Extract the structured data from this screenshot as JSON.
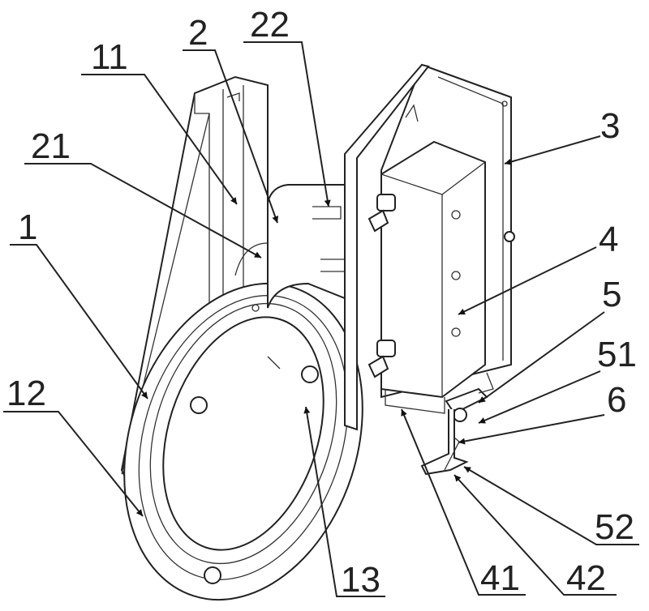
{
  "figure": {
    "labels": {
      "l11": "11",
      "l2": "2",
      "l22": "22",
      "l21": "21",
      "l1": "1",
      "l12": "12",
      "l3": "3",
      "l4": "4",
      "l5": "5",
      "l51": "51",
      "l6": "6",
      "l52": "52",
      "l42": "42",
      "l41": "41",
      "l13": "13"
    }
  }
}
